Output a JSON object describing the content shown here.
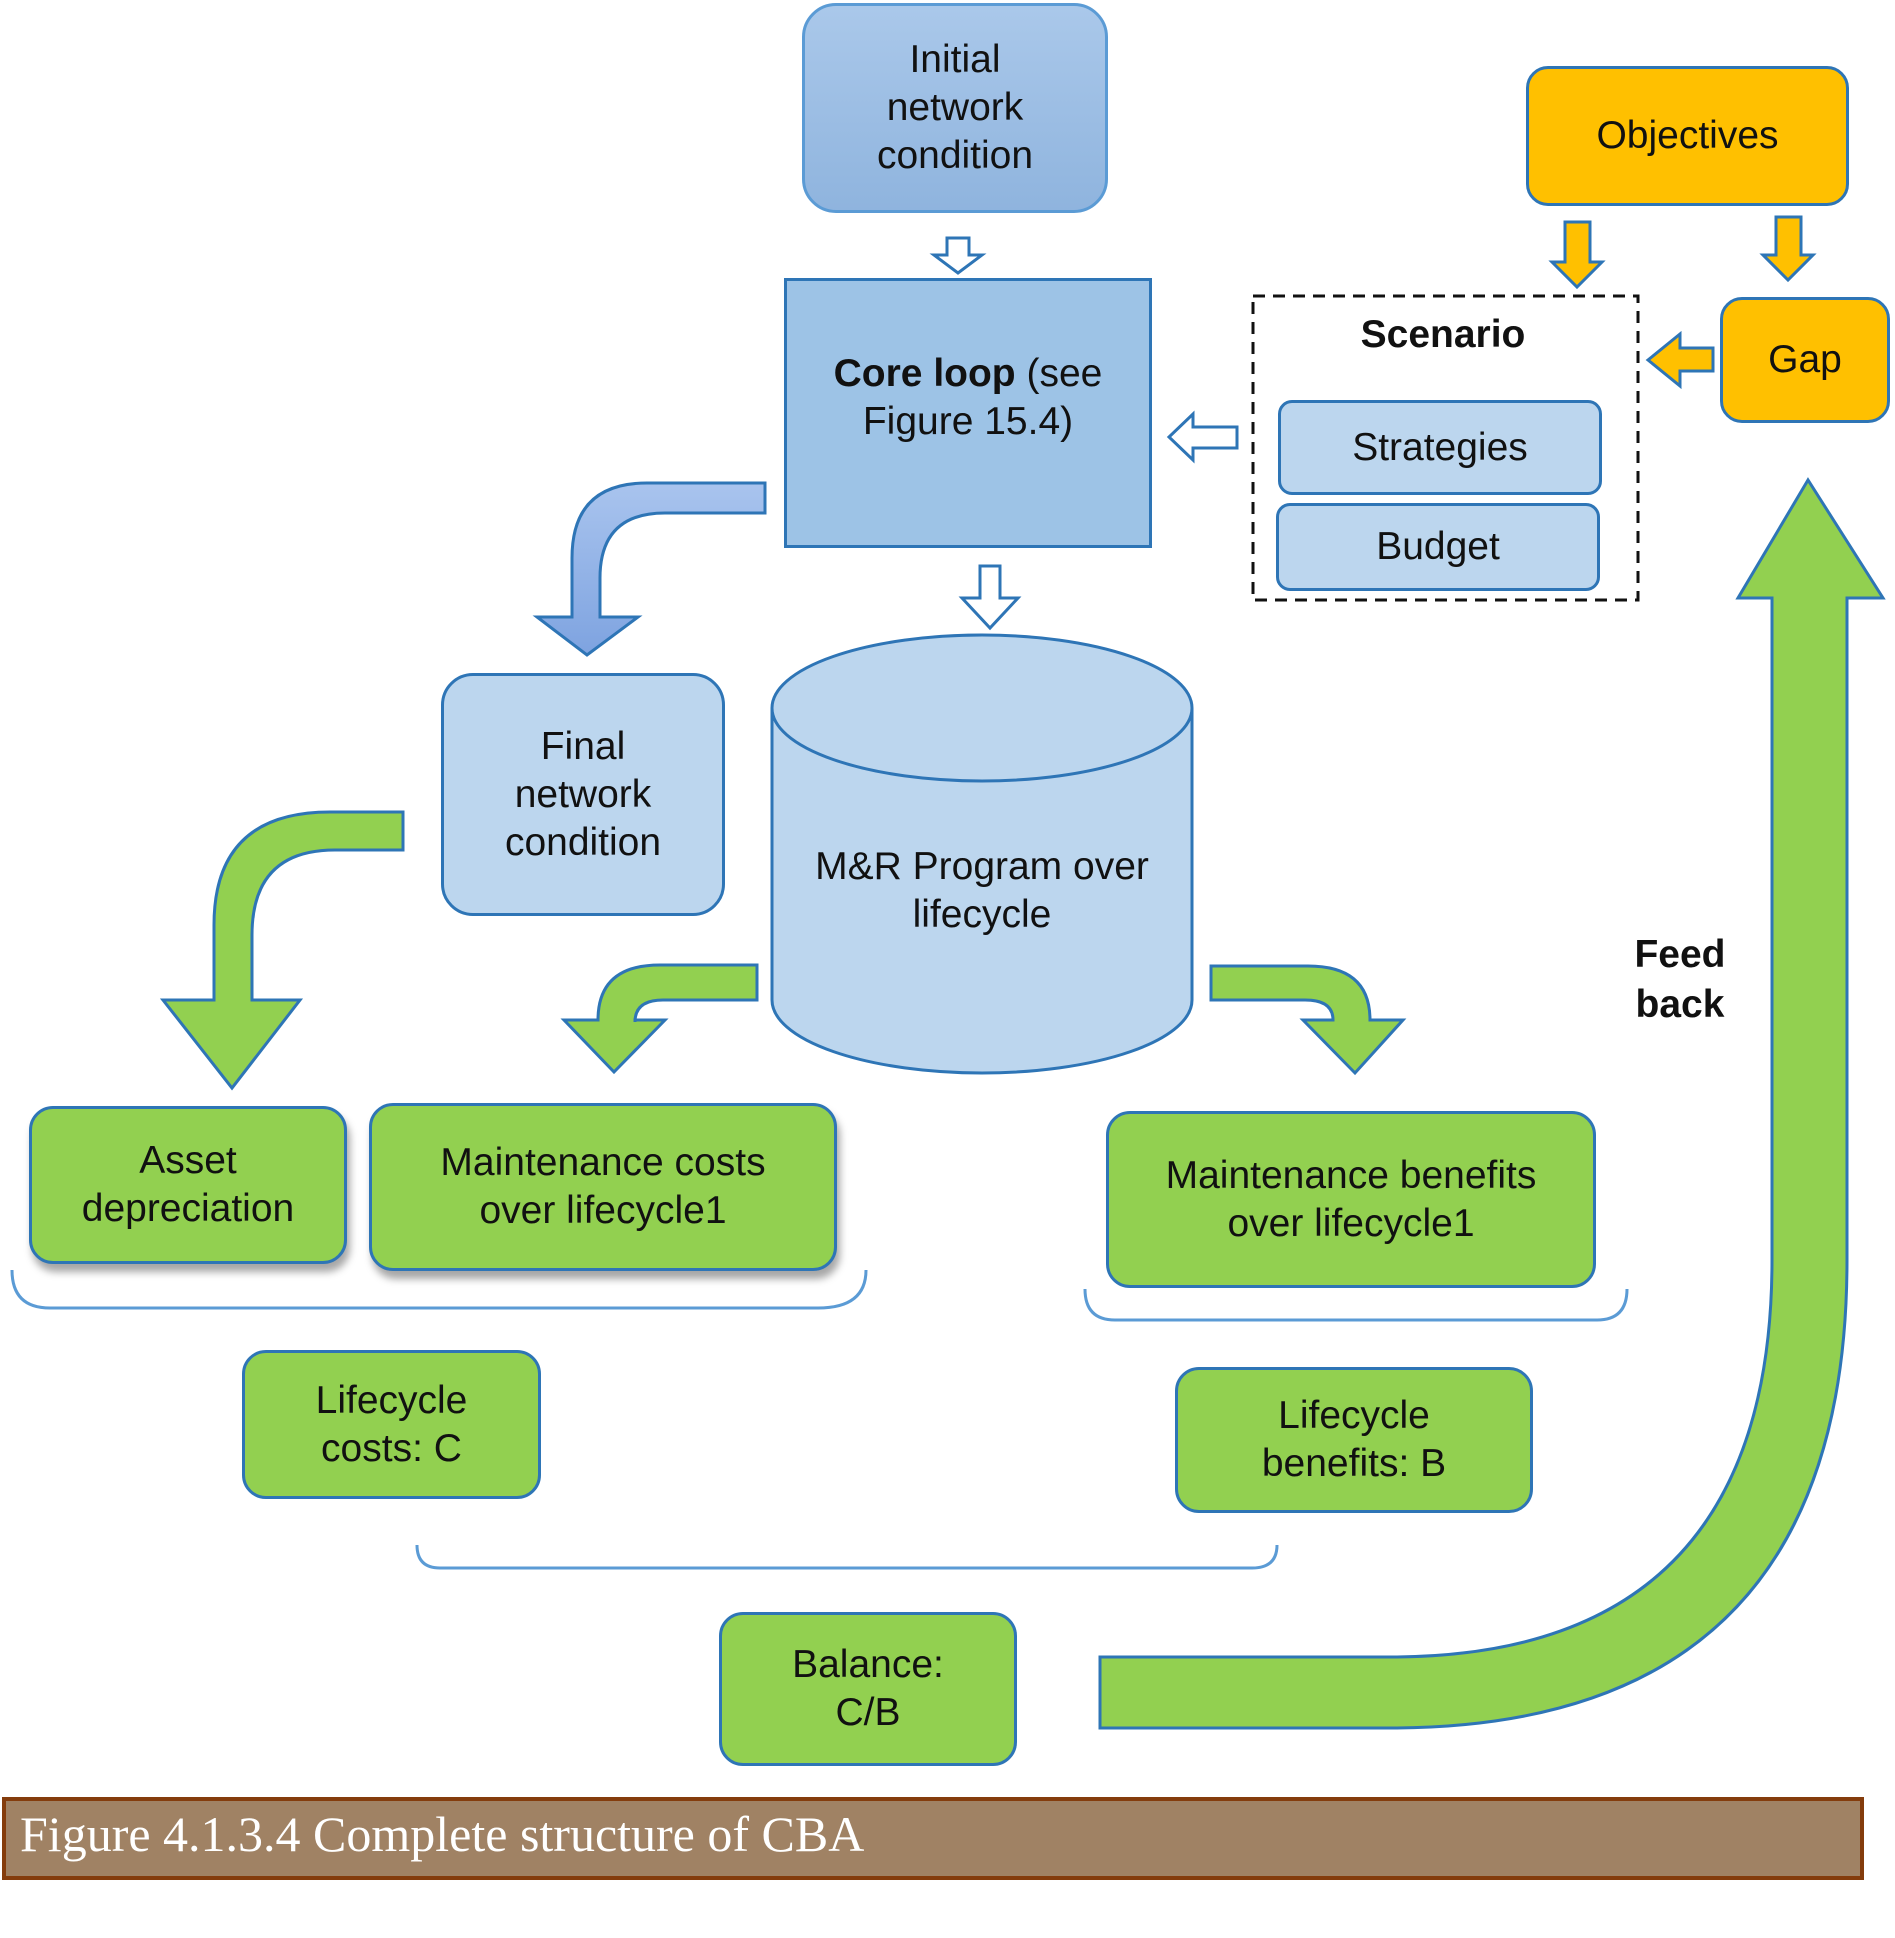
{
  "nodes": {
    "initial_condition": "Initial\nnetwork\ncondition",
    "core_loop_bold": "Core loop",
    "core_loop_rest": " (see\nFigure 15.4)",
    "final_condition": "Final\nnetwork\ncondition",
    "mr_program": "M&R Program over\nlifecycle",
    "scenario": "Scenario",
    "strategies": "Strategies",
    "budget": "Budget",
    "objectives": "Objectives",
    "gap": "Gap",
    "asset_depreciation": "Asset\ndepreciation",
    "maintenance_costs": "Maintenance costs\nover lifecycle1",
    "maintenance_benefits": "Maintenance benefits\nover lifecycle1",
    "lifecycle_costs": "Lifecycle\ncosts: C",
    "lifecycle_benefits": "Lifecycle\nbenefits: B",
    "balance": "Balance:\nC/B",
    "feedback": "Feed\nback"
  },
  "caption": "Figure 4.1.3.4 Complete structure of CBA",
  "colors": {
    "light_blue": "#bcd6ee",
    "core_blue": "#9dc3e6",
    "green": "#92d050",
    "orange": "#ffc000",
    "border_blue": "#2e75b6",
    "caption_bg": "#a08264",
    "caption_border": "#843c0c"
  }
}
